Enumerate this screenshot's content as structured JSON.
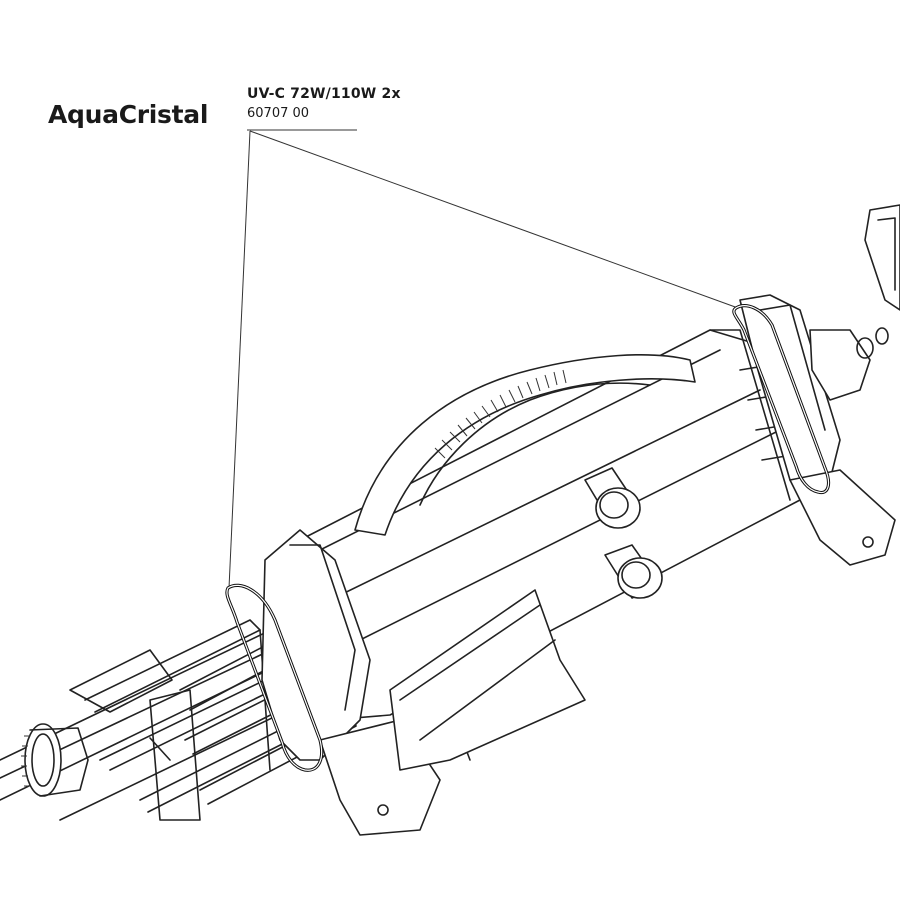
{
  "header": {
    "brand": "AquaCristal",
    "product": "UV-C 72W/110W 2x",
    "part_number": "60707 00"
  },
  "highlight": {
    "part": "o-ring seals",
    "count": 2
  }
}
